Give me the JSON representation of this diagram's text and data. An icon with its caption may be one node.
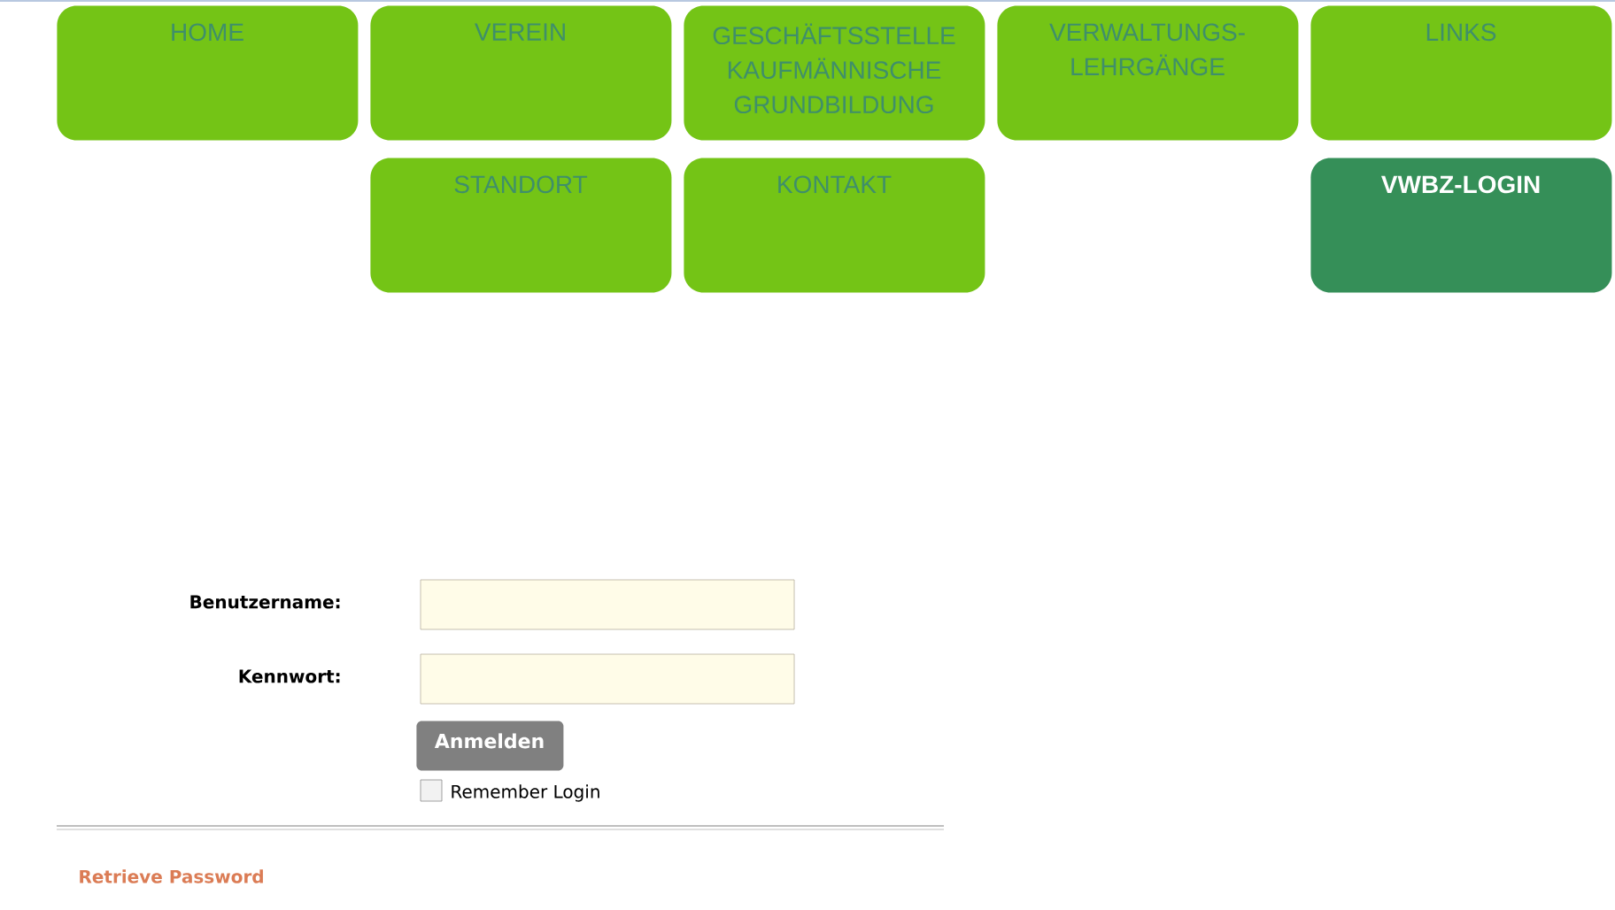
{
  "diagram": {
    "nodes": [
      {
        "text": [
          "HOME"
        ]
      },
      {
        "text": [
          "VEREIN"
        ]
      },
      {
        "text": [
          "GESCHÄFTSSTELLE KAUFMÄNNISCHE GRUNDBILDUNG"
        ]
      },
      {
        "text": [
          "VERWALTUNGS- LEHRGÄNGE"
        ]
      },
      {
        "text": [
          "LINKS"
        ]
      },
      {
        "text": [
          "STANDORT"
        ]
      },
      {
        "text": [
          "KONTAKT"
        ]
      },
      {
        "text": [
          "VWBZ-LOGIN"
        ]
      },
      {
        "text": [
          "Anmelden"
        ]
      }
    ],
    "labels": [
      "Benutzername:",
      "Kennwort:",
      "Remember Login",
      "Retrieve Password"
    ]
  }
}
